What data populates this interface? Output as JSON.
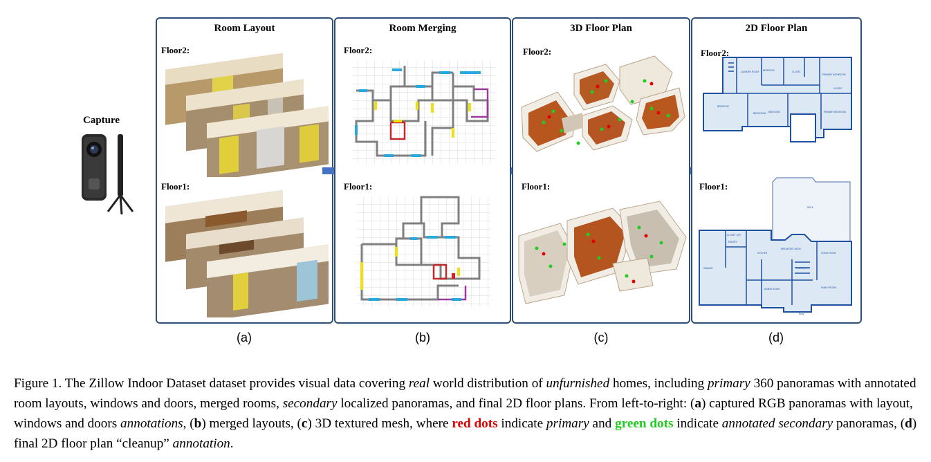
{
  "capture": {
    "label": "Capture"
  },
  "panels": {
    "a": {
      "title": "Room Layout",
      "floor_top": "Floor2:",
      "floor_bottom": "Floor1:",
      "sublabel": "(a)"
    },
    "b": {
      "title": "Room Merging",
      "floor_top": "Floor2:",
      "floor_bottom": "Floor1:",
      "sublabel": "(b)"
    },
    "c": {
      "title": "3D Floor Plan",
      "floor_top": "Floor2:",
      "floor_bottom": "Floor1:",
      "sublabel": "(c)"
    },
    "d": {
      "title": "2D Floor Plan",
      "floor_top": "Floor2:",
      "floor_bottom": "Floor1:",
      "sublabel": "(d)"
    }
  },
  "colors": {
    "panel_border": "#2e4e78",
    "arrow": "#4472c4",
    "red_dots": "#e00000",
    "green_dots": "#22cc22",
    "plan_blue": "#1f4fa0",
    "plan_fill": "#dde8f5"
  },
  "caption": {
    "p1": "Figure 1. The Zillow Indoor Dataset dataset provides visual data covering ",
    "i1": "real",
    "p2": " world distribution of ",
    "i2": "unfurnished",
    "p3": " homes, including ",
    "i3": "primary",
    "p4": " 360 panoramas with annotated room layouts, windows and doors, merged rooms, ",
    "i4": "secondary",
    "p5": " localized panoramas, and final 2D floor plans. From left-to-right: (",
    "b1": "a",
    "p6": ") captured RGB panoramas with layout, windows and doors ",
    "i5": "annotations",
    "p7": ", (",
    "b2": "b",
    "p8": ") merged layouts, (",
    "b3": "c",
    "p9": ") 3D textured mesh, where ",
    "red": "red dots",
    "p10": " indicate ",
    "i6": "primary",
    "p11": " and ",
    "green": "green dots",
    "p12": " indicate ",
    "i7": "annotated secondary",
    "p13": " panoramas, (",
    "b4": "d",
    "p14": ") final 2D floor plan “cleanup” ",
    "i8": "annotation",
    "p15": "."
  }
}
